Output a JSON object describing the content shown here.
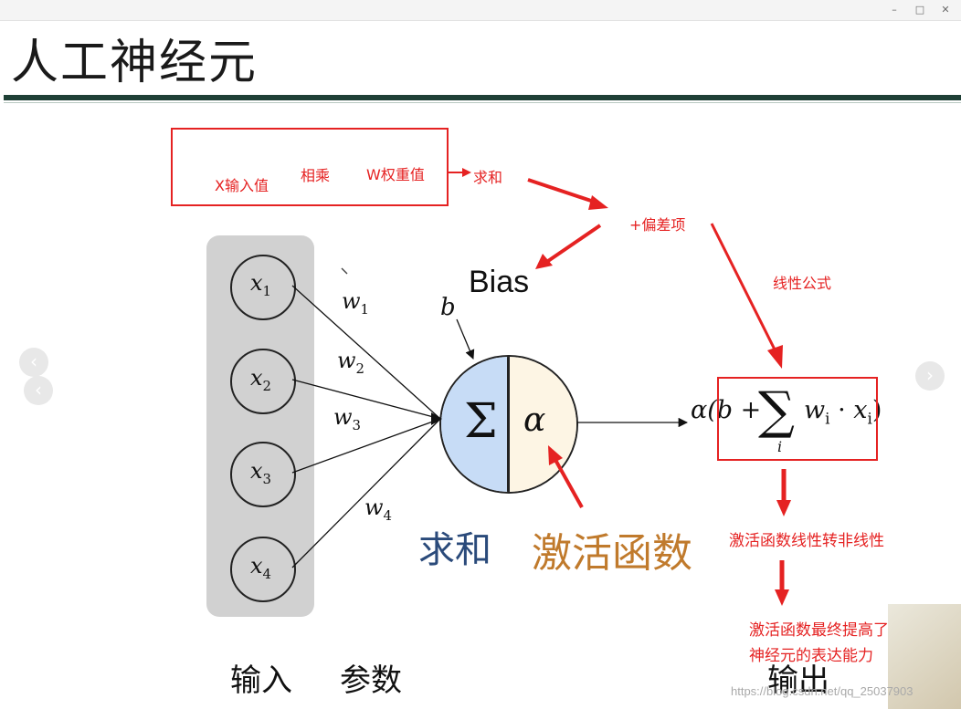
{
  "slide": {
    "title": "人工神经元",
    "inputs": [
      {
        "var": "x",
        "sub": "1"
      },
      {
        "var": "x",
        "sub": "2"
      },
      {
        "var": "x",
        "sub": "3"
      },
      {
        "var": "x",
        "sub": "4"
      }
    ],
    "weights": [
      {
        "var": "w",
        "sub": "1"
      },
      {
        "var": "w",
        "sub": "2"
      },
      {
        "var": "w",
        "sub": "3"
      },
      {
        "var": "w",
        "sub": "4"
      }
    ],
    "bias_symbol": "b",
    "bias_label": "Bias",
    "sum_symbol": "Σ",
    "activation_symbol": "α",
    "caption_sum": "求和",
    "caption_activation": "激活函数",
    "caption_input": "输入",
    "caption_params": "参数",
    "caption_output": "输出",
    "formula": {
      "prefix": "α(b +",
      "sigma": "∑",
      "term_w": "w",
      "term_i": "i",
      "dot": "·",
      "term_x": "x",
      "close": ")",
      "index": "i"
    }
  },
  "annotations": {
    "x_input": "X输入值",
    "multiply": "相乘",
    "w_weight": "W权重值",
    "arrow_sum": "求和",
    "plus_bias": "+偏差项",
    "linear_formula": "线性公式",
    "nonlinear": "激活函数线性转非线性",
    "improve_line1": "激活函数最终提高了",
    "improve_line2": "神经元的表达能力"
  },
  "window": {
    "minimize": "–",
    "maximize": "□",
    "close": "✕"
  },
  "nav": {
    "prev": "‹",
    "next": "›"
  },
  "watermark": "https://blog.csdn.net/qq_25037903"
}
